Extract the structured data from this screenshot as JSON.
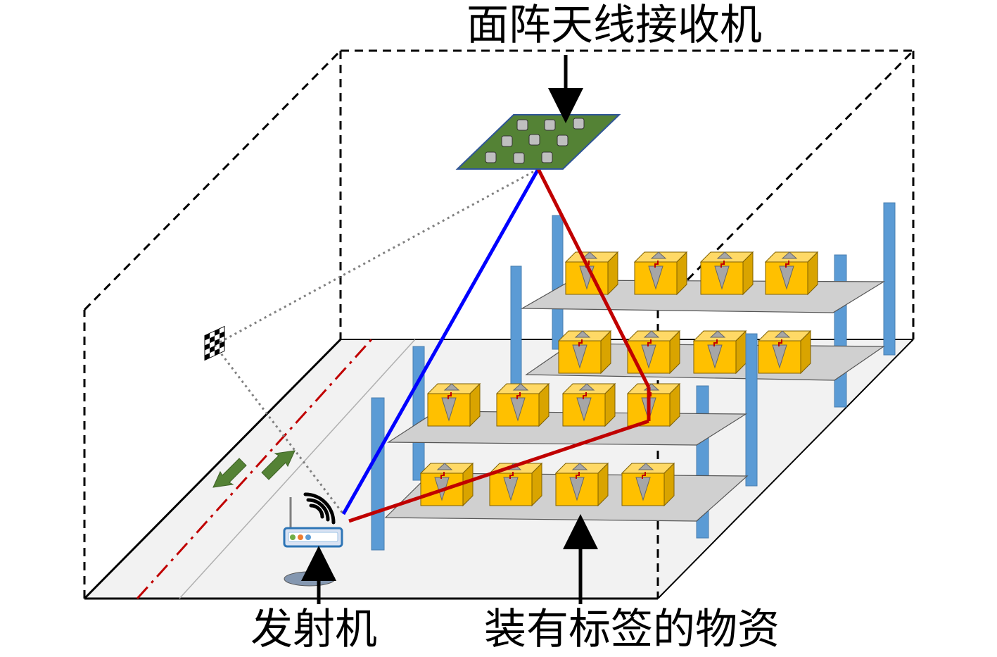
{
  "labels": {
    "receiver": "面阵天线接收机",
    "transmitter": "发射机",
    "tagged_goods": "装有标签的物资"
  },
  "colors": {
    "background": "#ffffff",
    "floor": "#f2f2f2",
    "shelf": "#cccccc",
    "pillar": "#5b9bd5",
    "box_front": "#ffc000",
    "box_side": "#d9a400",
    "box_top": "#ffd966",
    "tag_triangle": "#a6a6a6",
    "antenna_board": "#548235",
    "antenna_element": "#bfbfbf",
    "los_path": "#0000ff",
    "reflected_path": "#c00000",
    "aisle_line": "#c00000",
    "move_arrow": "#548235",
    "router_body": "#dae3f3",
    "router_border": "#2e75b6",
    "pointer_arrow": "#000000"
  },
  "icons": {
    "receiver": "planar-antenna-array-icon",
    "transmitter": "wifi-router-icon",
    "tag": "rfid-tag-icon",
    "box": "cargo-box-icon",
    "mirror_point": "checkerboard-marker-icon"
  }
}
